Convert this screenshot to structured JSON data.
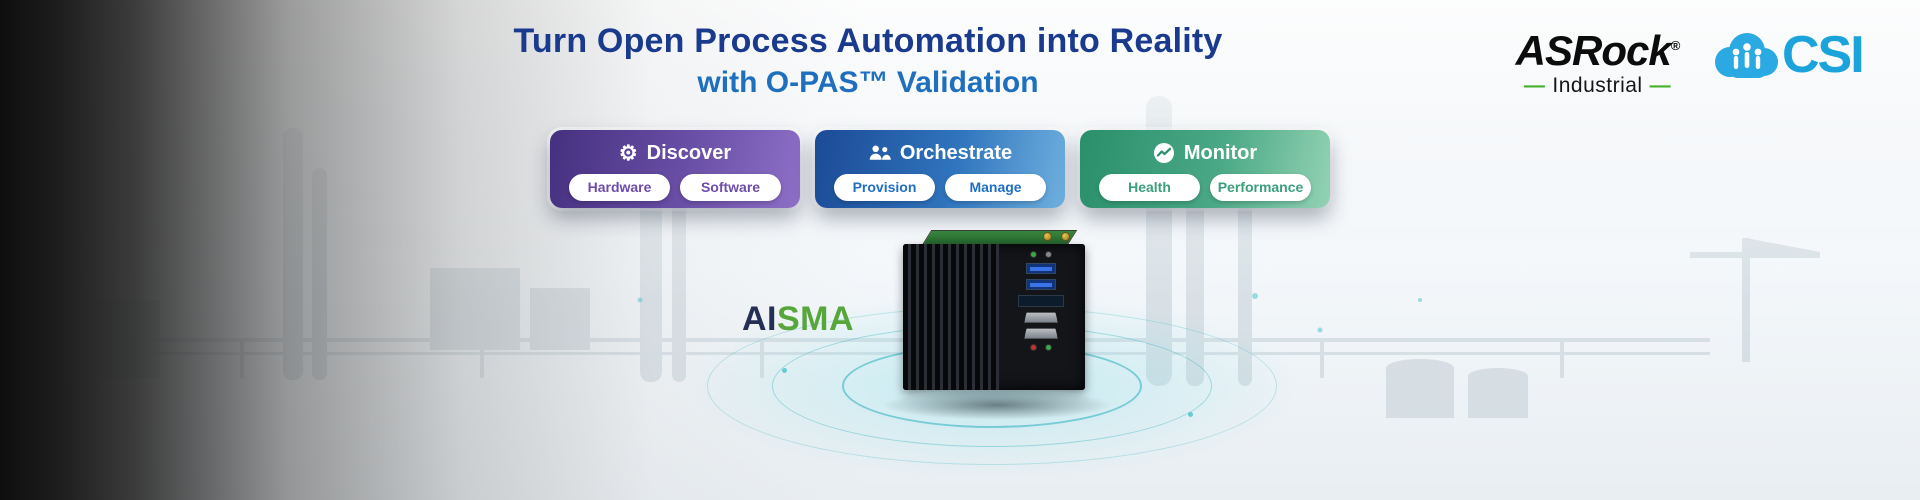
{
  "header": {
    "title": "Turn Open Process Automation into Reality",
    "subtitle": "with O-PAS™ Validation"
  },
  "logos": {
    "asrock": {
      "brand": "ASRock",
      "reg": "®",
      "dash": "—",
      "sub": "Industrial"
    },
    "ncsi": {
      "text": "CSI"
    },
    "aisma": {
      "p1": "AI",
      "p2": "SMA"
    }
  },
  "cards": [
    {
      "title": "Discover",
      "icon": "gear-icon",
      "buttons": [
        "Hardware",
        "Software"
      ],
      "accent": "#6e4cab",
      "gradient": [
        "#45307f",
        "#8d6fc6"
      ]
    },
    {
      "title": "Orchestrate",
      "icon": "team-icon",
      "buttons": [
        "Provision",
        "Manage"
      ],
      "accent": "#1f6fc2",
      "gradient": [
        "#1c4a96",
        "#6fb0de"
      ]
    },
    {
      "title": "Monitor",
      "icon": "chart-icon",
      "buttons": [
        "Health",
        "Performance"
      ],
      "accent": "#3c9f7c",
      "gradient": [
        "#2a8f6b",
        "#93d2b3"
      ]
    }
  ],
  "colors": {
    "title_blue": "#1a3a8e",
    "subtitle_blue": "#1e6fbe",
    "asrock_green": "#45b02c",
    "ncsi_blue": "#1da3dc",
    "aisma_navy": "#232f55",
    "aisma_green": "#57a63b",
    "halo_teal": "#2cb4be"
  }
}
